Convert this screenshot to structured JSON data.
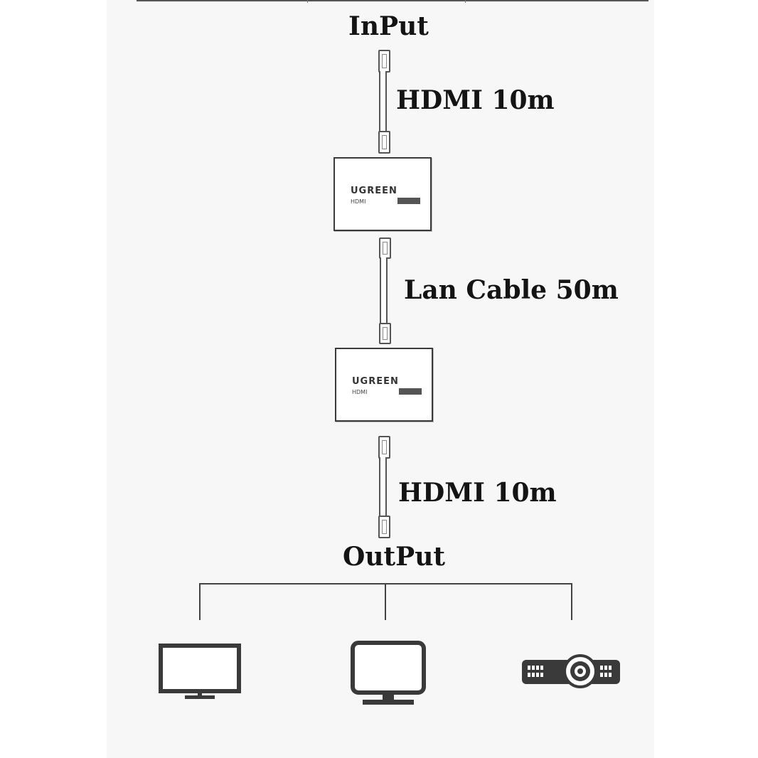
{
  "diagram": {
    "input_title": "InPut",
    "output_title": "OutPut",
    "cables": [
      {
        "label": "HDMI 10m"
      },
      {
        "label": "Lan Cable 50m"
      },
      {
        "label": "HDMI 10m"
      }
    ],
    "devices": [
      {
        "brand": "UGREEN",
        "sub": "HDMI"
      },
      {
        "brand": "UGREEN",
        "sub": "HDMI"
      }
    ],
    "outputs": [
      {
        "icon": "tv-icon"
      },
      {
        "icon": "monitor-icon"
      },
      {
        "icon": "projector-icon"
      }
    ]
  }
}
